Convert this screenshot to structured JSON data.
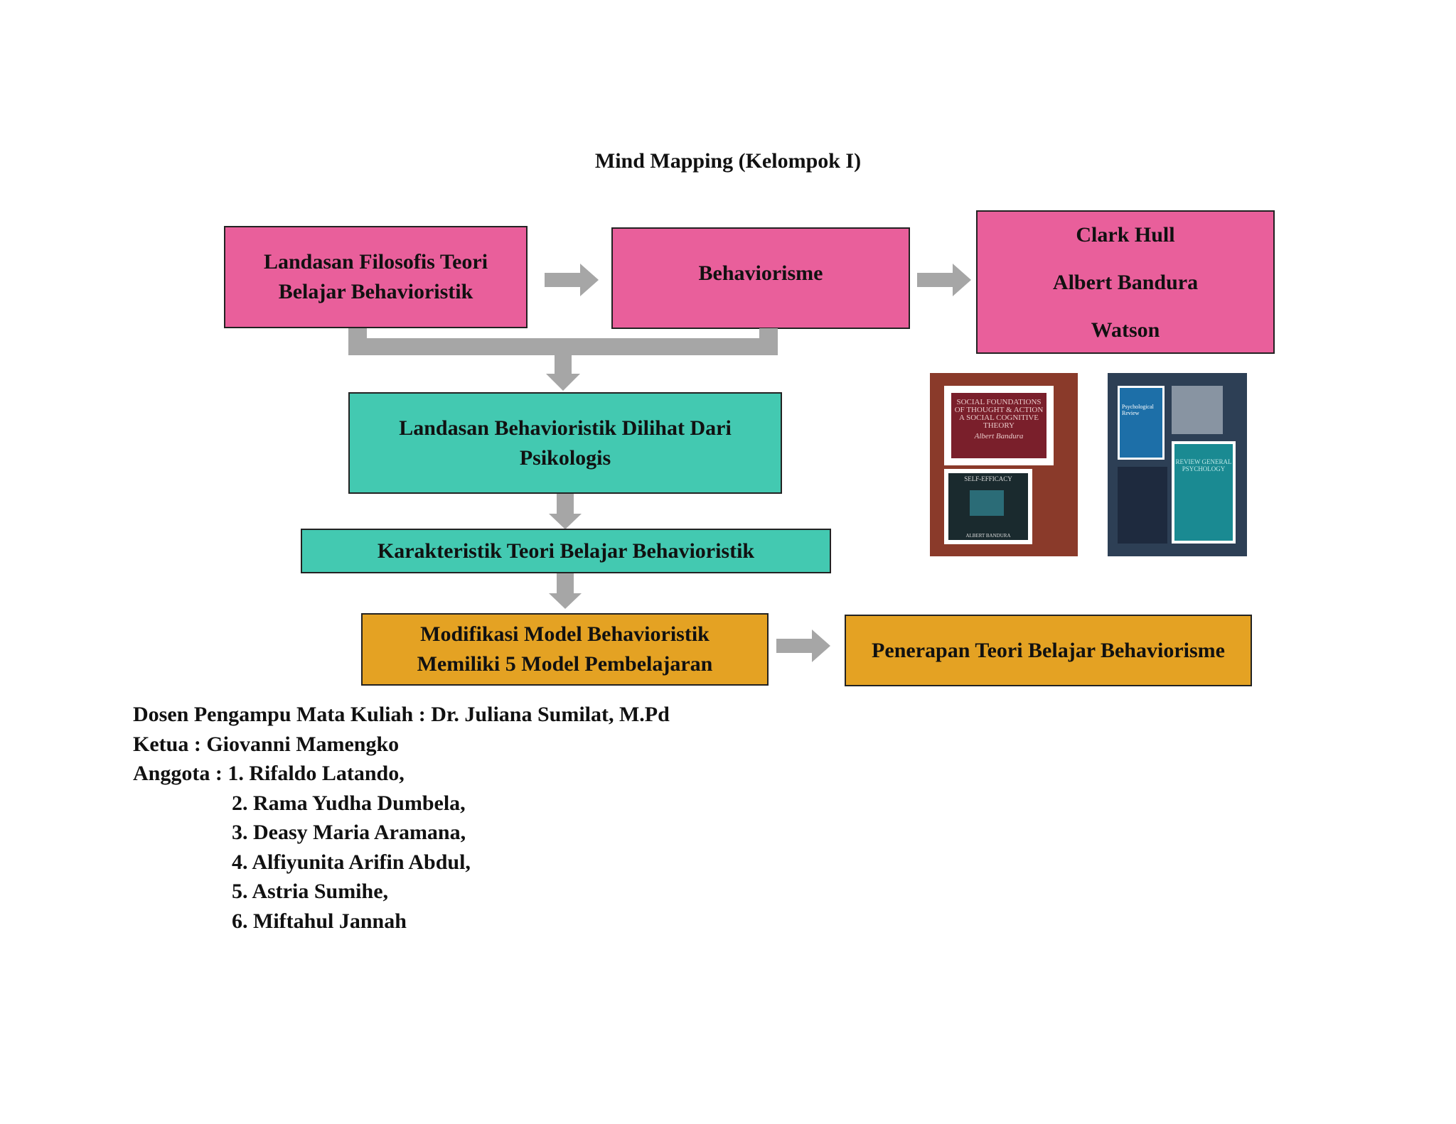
{
  "title": "Mind Mapping (Kelompok I)",
  "boxes": {
    "landasan_filosofis": {
      "lines": [
        "Landasan Filosofis Teori",
        "Belajar Behavioristik"
      ]
    },
    "behaviorisme": {
      "lines": [
        "Behaviorisme"
      ]
    },
    "tokoh": {
      "lines": [
        "Clark Hull",
        "Albert Bandura",
        "Watson"
      ]
    },
    "landasan_psikologis": {
      "lines": [
        "Landasan Behavioristik Dilihat Dari",
        "Psikologis"
      ]
    },
    "karakteristik": {
      "lines": [
        "Karakteristik Teori Belajar Behavioristik"
      ]
    },
    "modifikasi": {
      "lines": [
        "Modifikasi Model Behavioristik",
        "Memiliki 5 Model Pembelajaran"
      ]
    },
    "penerapan": {
      "lines": [
        "Penerapan Teori Belajar Behaviorisme"
      ]
    }
  },
  "books_left": {
    "top_cover": "SOCIAL FOUNDATIONS OF THOUGHT & ACTION A SOCIAL COGNITIVE THEORY",
    "top_author": "Albert Bandura",
    "bottom_cover": "SELF-EFFICACY",
    "bottom_author": "ALBERT BANDURA"
  },
  "books_right": {
    "top_cover": "Psychological Review",
    "bottom_cover": "REVIEW GENERAL PSYCHOLOGY"
  },
  "info": {
    "dosen": "Dosen Pengampu Mata Kuliah : Dr. Juliana Sumilat, M.Pd",
    "ketua": "Ketua : Giovanni Mamengko",
    "anggota_label": "Anggota : 1. Rifaldo Latando,",
    "members": [
      "2. Rama Yudha Dumbela,",
      "3. Deasy Maria Aramana,",
      "4. Alfiyunita Arifin Abdul,",
      "5. Astria Sumihe,",
      "6. Miftahul Jannah"
    ]
  },
  "colors": {
    "pink": "#e95f9b",
    "teal": "#43c9b1",
    "gold": "#e4a223",
    "arrow": "#a6a6a6",
    "book_left_bg": "#8a3a2a",
    "book_right_bg": "#2d3f55"
  }
}
